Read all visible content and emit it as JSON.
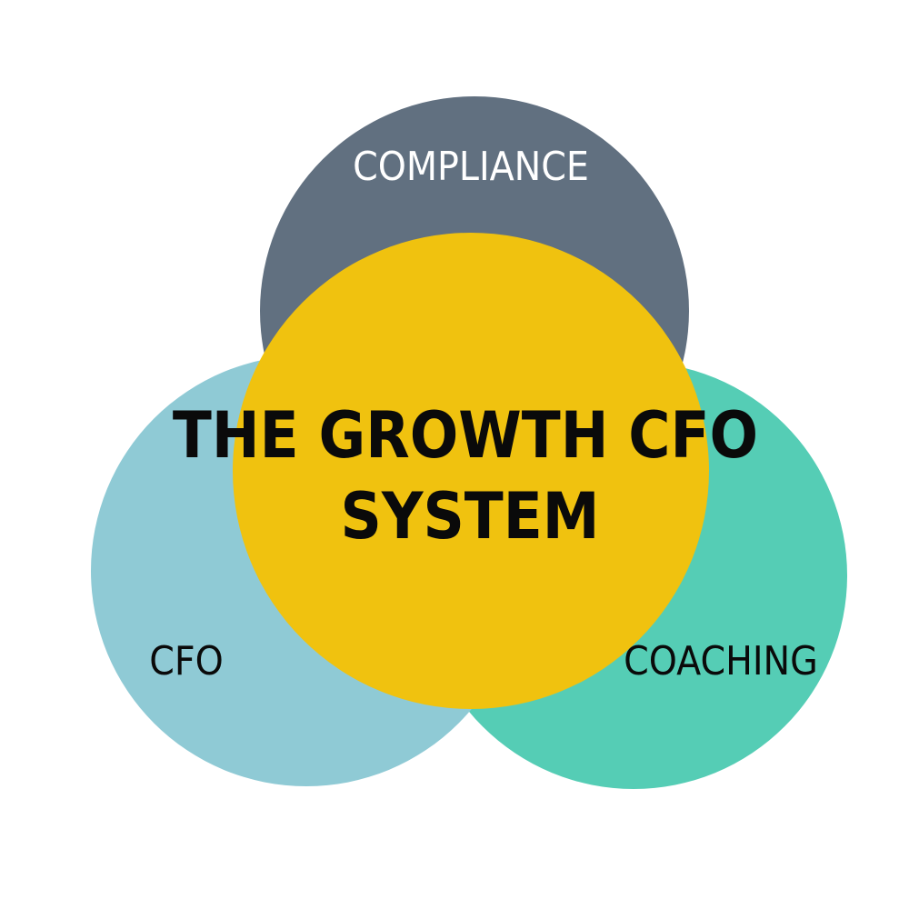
{
  "diagram": {
    "center": {
      "line1": "THE GROWTH CFO",
      "line2": "SYSTEM",
      "color": "#F0C20F",
      "text_color": "#0A0A0A"
    },
    "top": {
      "label": "COMPLIANCE",
      "color": "#617080",
      "text_color": "#FFFFFF"
    },
    "left": {
      "label": "CFO",
      "color": "#8FCAD5",
      "text_color": "#0A0A0A"
    },
    "right": {
      "label": "COACHING",
      "color": "#55CDB5",
      "text_color": "#0A0A0A"
    }
  }
}
